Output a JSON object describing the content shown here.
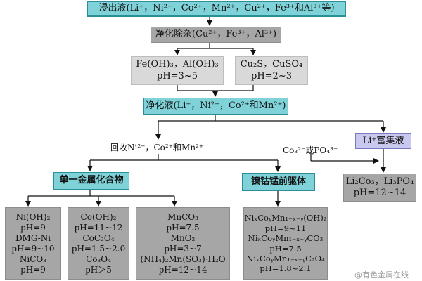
{
  "top": "浸出液(Li⁺，Ni²⁺，Co²⁺，Mn²⁺，Cu²⁺，Fe³⁺和Al³⁺等)",
  "impurity": "净化除杂(Cu²⁺，Fe³⁺，Al³⁺)",
  "precip_left": [
    "Fe(OH)₃，Al(OH)₃",
    "pH=3~5"
  ],
  "precip_right": [
    "Cu₂S，CuSO₄",
    "pH=2~3"
  ],
  "purified": "净化液(Li⁺，Ni²⁺，Co²⁺和Mn²⁺)",
  "recover_label": "回收Ni²⁺，Co²⁺和Mn²⁺",
  "li_rich": "Li⁺富集液",
  "reagent_label": "Co₃²⁻或PO₄³⁻",
  "li_product": [
    "Li₂Co₃，Li₃PO₄",
    "pH=12~14"
  ],
  "single_metal": "单一金属化合物",
  "precursor": "镍钴锰前驱体",
  "ni_box": [
    "Ni(OH)₂",
    "pH=9",
    "DMG-Ni",
    "pH=9~10",
    "NiCO₃",
    "pH=9"
  ],
  "co_box": [
    "Co(OH)₂",
    "pH=11~12",
    "CoC₂O₄",
    "pH=1.5~2.0",
    "Co₃O₄",
    "pH＞5"
  ],
  "mn_box": [
    "MnCO₃",
    "pH=7.5",
    "MnO₂",
    "pH=3~7",
    "(NH₄)₂Mn(SO₃)·H₂O",
    "pH=12~14"
  ],
  "nicomn_box": [
    "NiₓCoᵧMn₁₋ₓ₋ᵧ(OH)₂",
    "pH=9~11",
    "NiₓCoᵧMn₁₋ₓ₋ᵧCO₃",
    "pH=7.5",
    "NiₓCoᵧMn₁₋ₓ₋ᵧC₂O₄",
    "pH=1.8~2.1"
  ],
  "watermark": "@有色金属在线"
}
